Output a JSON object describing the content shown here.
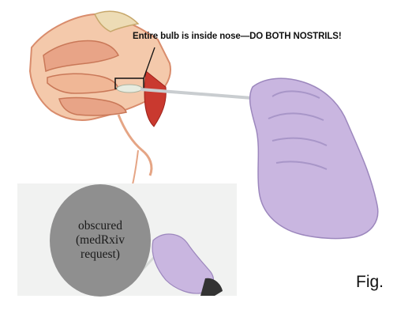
{
  "callout": {
    "text": "Entire bulb is inside nose—DO BOTH NOSTRILS!"
  },
  "photo": {
    "redaction_lines": [
      "obscured",
      "(medRxiv",
      "request)"
    ]
  },
  "figure_label": "Fig."
}
